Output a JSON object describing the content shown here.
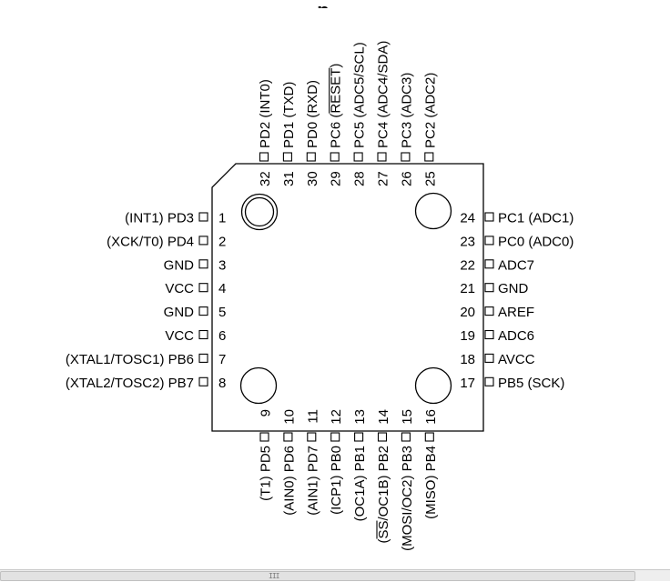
{
  "diagram": {
    "top_title_fragment": ", p",
    "left_pins": [
      {
        "num": "1",
        "label": "(INT1) PD3"
      },
      {
        "num": "2",
        "label": "(XCK/T0) PD4"
      },
      {
        "num": "3",
        "label": "GND"
      },
      {
        "num": "4",
        "label": "VCC"
      },
      {
        "num": "5",
        "label": "GND"
      },
      {
        "num": "6",
        "label": "VCC"
      },
      {
        "num": "7",
        "label": "(XTAL1/TOSC1) PB6"
      },
      {
        "num": "8",
        "label": "(XTAL2/TOSC2) PB7"
      }
    ],
    "right_pins": [
      {
        "num": "24",
        "label": "PC1 (ADC1)"
      },
      {
        "num": "23",
        "label": "PC0 (ADC0)"
      },
      {
        "num": "22",
        "label": "ADC7"
      },
      {
        "num": "21",
        "label": "GND"
      },
      {
        "num": "20",
        "label": "AREF"
      },
      {
        "num": "19",
        "label": "ADC6"
      },
      {
        "num": "18",
        "label": "AVCC"
      },
      {
        "num": "17",
        "label": "PB5 (SCK)"
      }
    ],
    "top_pins": [
      {
        "num": "32",
        "label": "PD2 (INT0)"
      },
      {
        "num": "31",
        "label": "PD1 (TXD)"
      },
      {
        "num": "30",
        "label": "PD0 (RXD)"
      },
      {
        "num": "29",
        "label": "PC6 (RESET)",
        "overline_word": "RESET"
      },
      {
        "num": "28",
        "label": "PC5 (ADC5/SCL)"
      },
      {
        "num": "27",
        "label": "PC4 (ADC4/SDA)"
      },
      {
        "num": "26",
        "label": "PC3 (ADC3)"
      },
      {
        "num": "25",
        "label": "PC2 (ADC2)"
      }
    ],
    "bottom_pins": [
      {
        "num": "9",
        "label": "(T1) PD5"
      },
      {
        "num": "10",
        "label": "(AIN0) PD6"
      },
      {
        "num": "11",
        "label": "(AIN1) PD7"
      },
      {
        "num": "12",
        "label": "(ICP1) PB0"
      },
      {
        "num": "13",
        "label": "(OC1A) PB1"
      },
      {
        "num": "14",
        "label": "(SS/OC1B) PB2",
        "overline_word": "SS"
      },
      {
        "num": "15",
        "label": "(MOSI/OC2) PB3"
      },
      {
        "num": "16",
        "label": "(MISO) PB4"
      }
    ]
  },
  "scrollbar": {
    "grip": "III"
  }
}
